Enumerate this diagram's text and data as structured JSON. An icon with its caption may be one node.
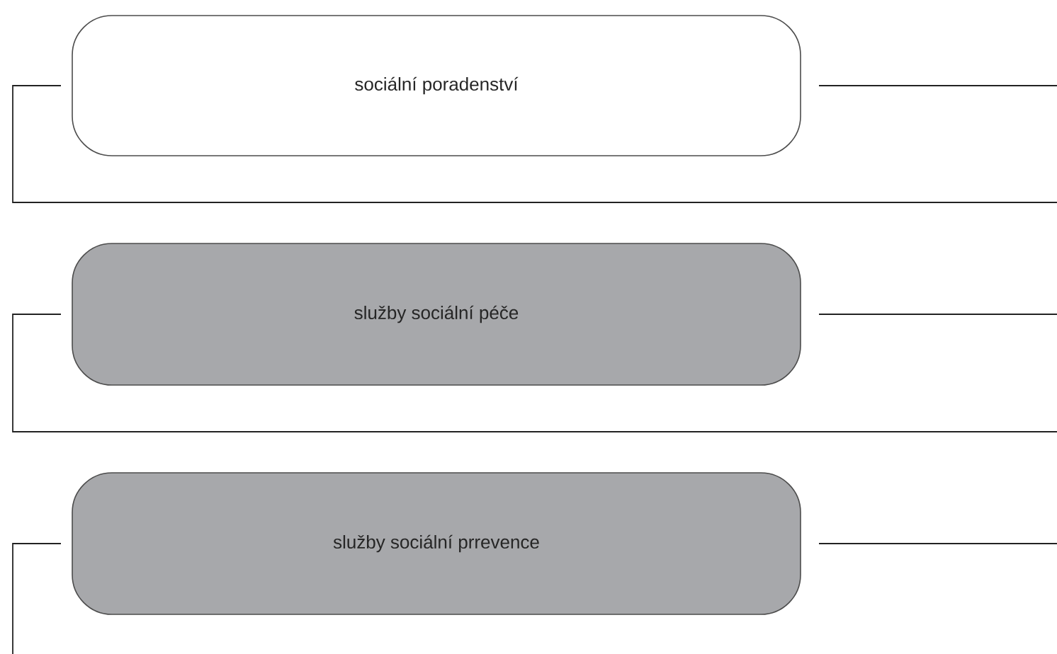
{
  "diagram": {
    "nodes": [
      {
        "text": [
          "sociální poradenství"
        ]
      },
      {
        "text": [
          "služby sociální péče"
        ]
      },
      {
        "text": [
          "služby sociální prrevence"
        ]
      }
    ]
  }
}
